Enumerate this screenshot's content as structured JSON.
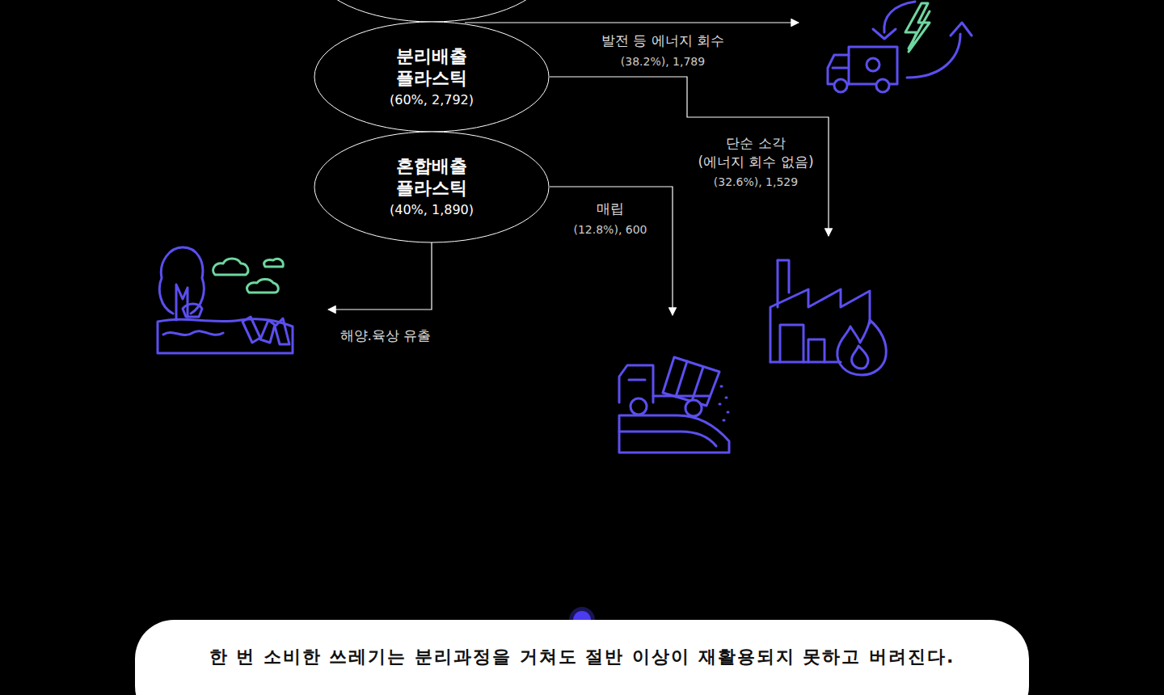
{
  "diagram": {
    "nodes": [
      {
        "text": [
          "분리배출 플라스틱",
          "(60%, 2,792)"
        ]
      },
      {
        "text": [
          "혼합배출 플라스틱",
          "(40%, 1,890)"
        ]
      },
      {
        "text": [
          "한 번 소비한 쓰레기는 분리과정을 거쳐도 절반 이상이 재활용되지 못하고 버려진다."
        ]
      }
    ],
    "labels": [
      "발전 등 에너지 회수",
      "(38.2%), 1,789",
      "단순 소각",
      "(에너지 회수 없음)",
      "(32.6%), 1,529",
      "매립",
      "(12.8%), 600",
      "해양.육상 유출"
    ]
  }
}
